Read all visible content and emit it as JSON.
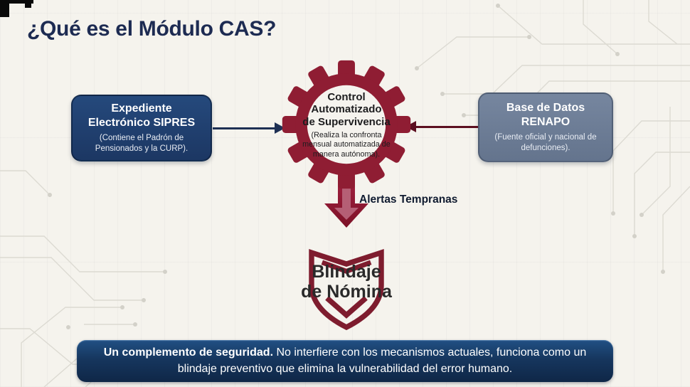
{
  "slide": {
    "title": "¿Qué es el Módulo CAS?"
  },
  "nodes": {
    "sipres": {
      "title_line1": "Expediente",
      "title_line2": "Electrónico SIPRES",
      "note": "(Contiene el Padrón de Pensionados y la CURP)."
    },
    "cas": {
      "title_line1": "Control",
      "title_line2": "Automatizado",
      "title_line3": "de Supervivencia",
      "note": "(Realiza la confronta mensual automatizada de manera autónoma)."
    },
    "renapo": {
      "title_line1": "Base de Datos",
      "title_line2": "RENAPO",
      "note": "(Fuente oficial y nacional de defunciones)."
    },
    "shield": {
      "title_line1": "Blindaje",
      "title_line2": "de Nómina"
    }
  },
  "labels": {
    "down_arrow": "Alertas Tempranas"
  },
  "banner": {
    "bold": "Un complemento de seguridad.",
    "rest": " No interfiere con los mecanismos actuales, funciona como un blindaje preventivo que elimina la vulnerabilidad del error humano."
  },
  "icons": {
    "gear": "gear-icon",
    "shield": "shield-icon",
    "arrow_right": "arrow-right-icon",
    "arrow_left": "arrow-left-icon",
    "arrow_down": "arrow-down-icon"
  },
  "colors": {
    "background": "#f5f3ed",
    "title_navy": "#1d2b52",
    "navy_box": "#1e3a63",
    "slate_box": "#6b7b96",
    "maroon": "#8e1c31",
    "arrow_inner_rose": "#b55f75",
    "banner_navy": "#142f54"
  }
}
